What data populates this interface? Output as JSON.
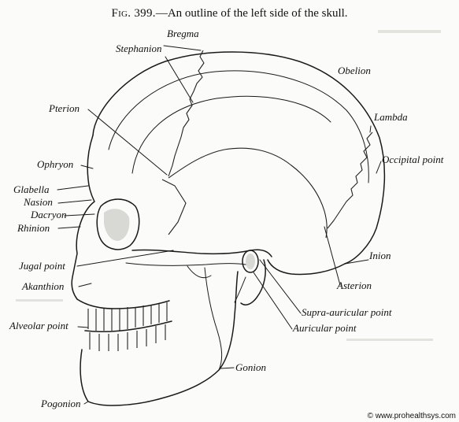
{
  "caption": {
    "fig": "Fig. 399.",
    "text": "—An outline of the left side of the skull."
  },
  "labels": {
    "bregma": "Bregma",
    "stephanion": "Stephanion",
    "obelion": "Obelion",
    "pterion": "Pterion",
    "lambda": "Lambda",
    "occipital_point": "Occipital point",
    "ophryon": "Ophryon",
    "glabella": "Glabella",
    "nasion": "Nasion",
    "dacryon": "Dacryon",
    "rhinion": "Rhinion",
    "inion": "Inion",
    "jugal_point": "Jugal point",
    "akanthion": "Akanthion",
    "asterion": "Asterion",
    "supra_auricular_point": "Supra-auricular point",
    "auricular_point": "Auricular point",
    "alveolar_point": "Alveolar point",
    "gonion": "Gonion",
    "pogonion": "Pogonion"
  },
  "credit": "© www.prohealthsys.com",
  "colors": {
    "ink": "#1a1a1a",
    "paper": "#fbfbf9"
  }
}
